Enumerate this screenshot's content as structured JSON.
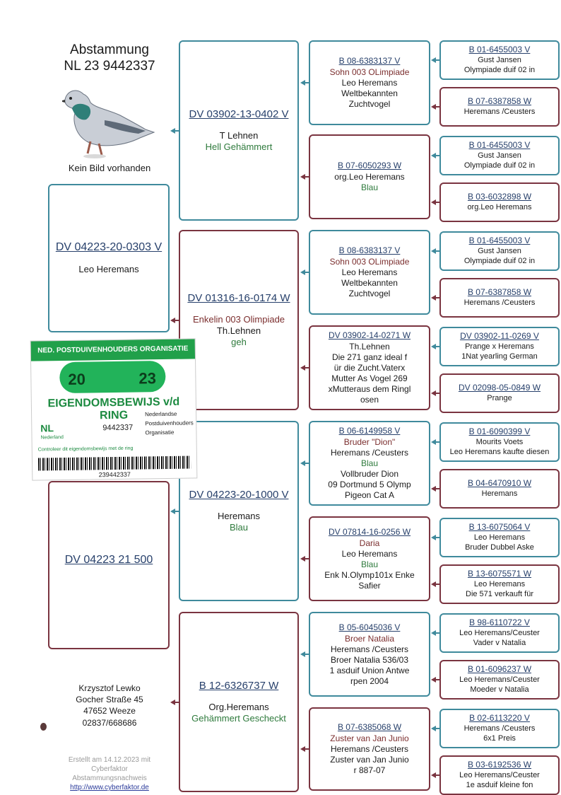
{
  "header": {
    "title_line1": "Abstammung",
    "title_line2": "NL 23 9442337",
    "no_image": "Kein Bild vorhanden"
  },
  "owner": {
    "name": "Krzysztof Lewko",
    "street": "Gocher Straße 45",
    "city": "47652 Weeze",
    "phone": "02837/668686"
  },
  "footer": {
    "created": "Erstellt am 14.12.2023 mit",
    "software": "Cyberfaktor",
    "subtitle": "Abstammungsnachweis",
    "url": "http://www.cyberfaktor.de"
  },
  "ring_card": {
    "org": "NED. POSTDUIVENHOUDERS ORGANISATIE",
    "year_left": "20",
    "year_right": "23",
    "title": "EIGENDOMSBEWIJS v/d RING",
    "country": "NL",
    "number": "9442337",
    "country_name": "Nederland",
    "letters": [
      "Nederlandse",
      "Postduivenhouders",
      "Organisatie"
    ],
    "note": "Controleer dit eigendomsbewijs met de ring",
    "barcode_number": "239442337"
  },
  "pedigree": {
    "father": {
      "ring": "DV 04223-20-0303 V",
      "lines": [
        {
          "text": "Leo Heremans",
          "color": "normal"
        }
      ]
    },
    "mother": {
      "ring": "DV 04223 21 500",
      "lines": []
    },
    "ff": {
      "ring": "DV 03902-13-0402 V",
      "lines": [
        {
          "text": "T Lehnen",
          "color": "normal"
        },
        {
          "text": "Hell Gehämmert",
          "color": "green"
        }
      ]
    },
    "fm": {
      "ring": "DV 01316-16-0174 W",
      "lines": [
        {
          "text": "Enkelin 003 Olimpiade",
          "color": "red"
        },
        {
          "text": "Th.Lehnen",
          "color": "normal"
        },
        {
          "text": "geh",
          "color": "green"
        }
      ]
    },
    "mf": {
      "ring": "DV 04223-20-1000 V",
      "lines": [
        {
          "text": "Heremans",
          "color": "normal"
        },
        {
          "text": "Blau",
          "color": "green"
        }
      ]
    },
    "mm": {
      "ring": "B 12-6326737 W",
      "lines": [
        {
          "text": "Org.Heremans",
          "color": "normal"
        },
        {
          "text": "Gehämmert Gescheckt",
          "color": "green"
        }
      ]
    },
    "fff": {
      "ring": "B 08-6383137 V",
      "lines": [
        {
          "text": "Sohn 003 OLimpiade",
          "color": "red"
        },
        {
          "text": "Leo Heremans",
          "color": "normal"
        },
        {
          "text": "Weltbekannten",
          "color": "normal"
        },
        {
          "text": "Zuchtvogel",
          "color": "normal"
        }
      ]
    },
    "ffm": {
      "ring": "B 07-6050293 W",
      "lines": [
        {
          "text": "org.Leo Heremans",
          "color": "normal"
        },
        {
          "text": "Blau",
          "color": "green"
        }
      ]
    },
    "fmf": {
      "ring": "B 08-6383137 V",
      "lines": [
        {
          "text": "Sohn 003 OLimpiade",
          "color": "red"
        },
        {
          "text": "Leo Heremans",
          "color": "normal"
        },
        {
          "text": "Weltbekannten",
          "color": "normal"
        },
        {
          "text": "Zuchtvogel",
          "color": "normal"
        }
      ]
    },
    "fmm": {
      "ring": "DV 03902-14-0271 W",
      "lines": [
        {
          "text": "Th.Lehnen",
          "color": "normal"
        },
        {
          "text": "Die 271 ganz ideal f",
          "color": "normal"
        },
        {
          "text": "ür die Zucht.Vaterx",
          "color": "normal"
        },
        {
          "text": "Mutter As Vogel 269",
          "color": "normal"
        },
        {
          "text": "xMutteraus dem Ringl",
          "color": "normal"
        },
        {
          "text": "osen",
          "color": "normal"
        }
      ]
    },
    "mff": {
      "ring": "B 06-6149958 V",
      "lines": [
        {
          "text": "Bruder \"Dion\"",
          "color": "red"
        },
        {
          "text": "Heremans /Ceusters",
          "color": "normal"
        },
        {
          "text": "Blau",
          "color": "green"
        },
        {
          "text": "Vollbruder Dion",
          "color": "normal"
        },
        {
          "text": "09 Dortmund 5 Olymp",
          "color": "normal"
        },
        {
          "text": "Pigeon Cat A",
          "color": "normal"
        }
      ]
    },
    "mfm": {
      "ring": "DV 07814-16-0256 W",
      "lines": [
        {
          "text": "Daria",
          "color": "red"
        },
        {
          "text": "Leo Heremans",
          "color": "normal"
        },
        {
          "text": "Blau",
          "color": "green"
        },
        {
          "text": "Enk N.Olymp101x Enke",
          "color": "normal"
        },
        {
          "text": "Safier",
          "color": "normal"
        }
      ]
    },
    "mmf": {
      "ring": "B 05-6045036 V",
      "lines": [
        {
          "text": "Broer Natalia",
          "color": "red"
        },
        {
          "text": "Heremans /Ceusters",
          "color": "normal"
        },
        {
          "text": "Broer Natalia 536/03",
          "color": "normal"
        },
        {
          "text": "1 asduif Union Antwe",
          "color": "normal"
        },
        {
          "text": "rpen 2004",
          "color": "normal"
        }
      ]
    },
    "mmm": {
      "ring": "B 07-6385068 W",
      "lines": [
        {
          "text": "Zuster van Jan Junio",
          "color": "red"
        },
        {
          "text": "Heremans /Ceusters",
          "color": "normal"
        },
        {
          "text": "Zuster van Jan Junio",
          "color": "normal"
        },
        {
          "text": "r  887-07",
          "color": "normal"
        }
      ]
    },
    "g4": [
      {
        "ring": "B 01-6455003 V",
        "lines": [
          "Gust Jansen",
          "Olympiade duif 02 in"
        ]
      },
      {
        "ring": "B 07-6387858 W",
        "lines": [
          "Heremans /Ceusters"
        ]
      },
      {
        "ring": "B 01-6455003 V",
        "lines": [
          "Gust Jansen",
          "Olympiade duif 02 in"
        ]
      },
      {
        "ring": "B 03-6032898 W",
        "lines": [
          "org.Leo Heremans"
        ]
      },
      {
        "ring": "B 01-6455003 V",
        "lines": [
          "Gust Jansen",
          "Olympiade duif 02 in"
        ]
      },
      {
        "ring": "B 07-6387858 W",
        "lines": [
          "Heremans /Ceusters"
        ]
      },
      {
        "ring": "DV 03902-11-0269 V",
        "lines": [
          "Prange  x Heremans",
          "1Nat yearling German"
        ]
      },
      {
        "ring": "DV 02098-05-0849 W",
        "lines": [
          "Prange"
        ]
      },
      {
        "ring": "B 01-6090399 V",
        "lines": [
          "Mourits Voets",
          "Leo Heremans kaufte diesen"
        ]
      },
      {
        "ring": "B 04-6470910 W",
        "lines": [
          "Heremans"
        ]
      },
      {
        "ring": "B 13-6075064 V",
        "lines": [
          "Leo Heremans",
          "Bruder Dubbel Aske"
        ]
      },
      {
        "ring": "B 13-6075571 W",
        "lines": [
          "Leo Heremans",
          "Die 571 verkauft für"
        ]
      },
      {
        "ring": "B 98-6110722 V",
        "lines": [
          "Leo Heremans/Ceuster",
          "Vader v Natalia"
        ]
      },
      {
        "ring": "B 01-6096237 W",
        "lines": [
          "Leo Heremans/Ceuster",
          "Moeder v Natalia"
        ]
      },
      {
        "ring": "B 02-6113220 V",
        "lines": [
          "Heremans /Ceusters",
          "6x1 Preis"
        ]
      },
      {
        "ring": "B 03-6192536 W",
        "lines": [
          "Leo Heremans/Ceuster",
          "1e asduif kleine fon"
        ]
      }
    ]
  }
}
